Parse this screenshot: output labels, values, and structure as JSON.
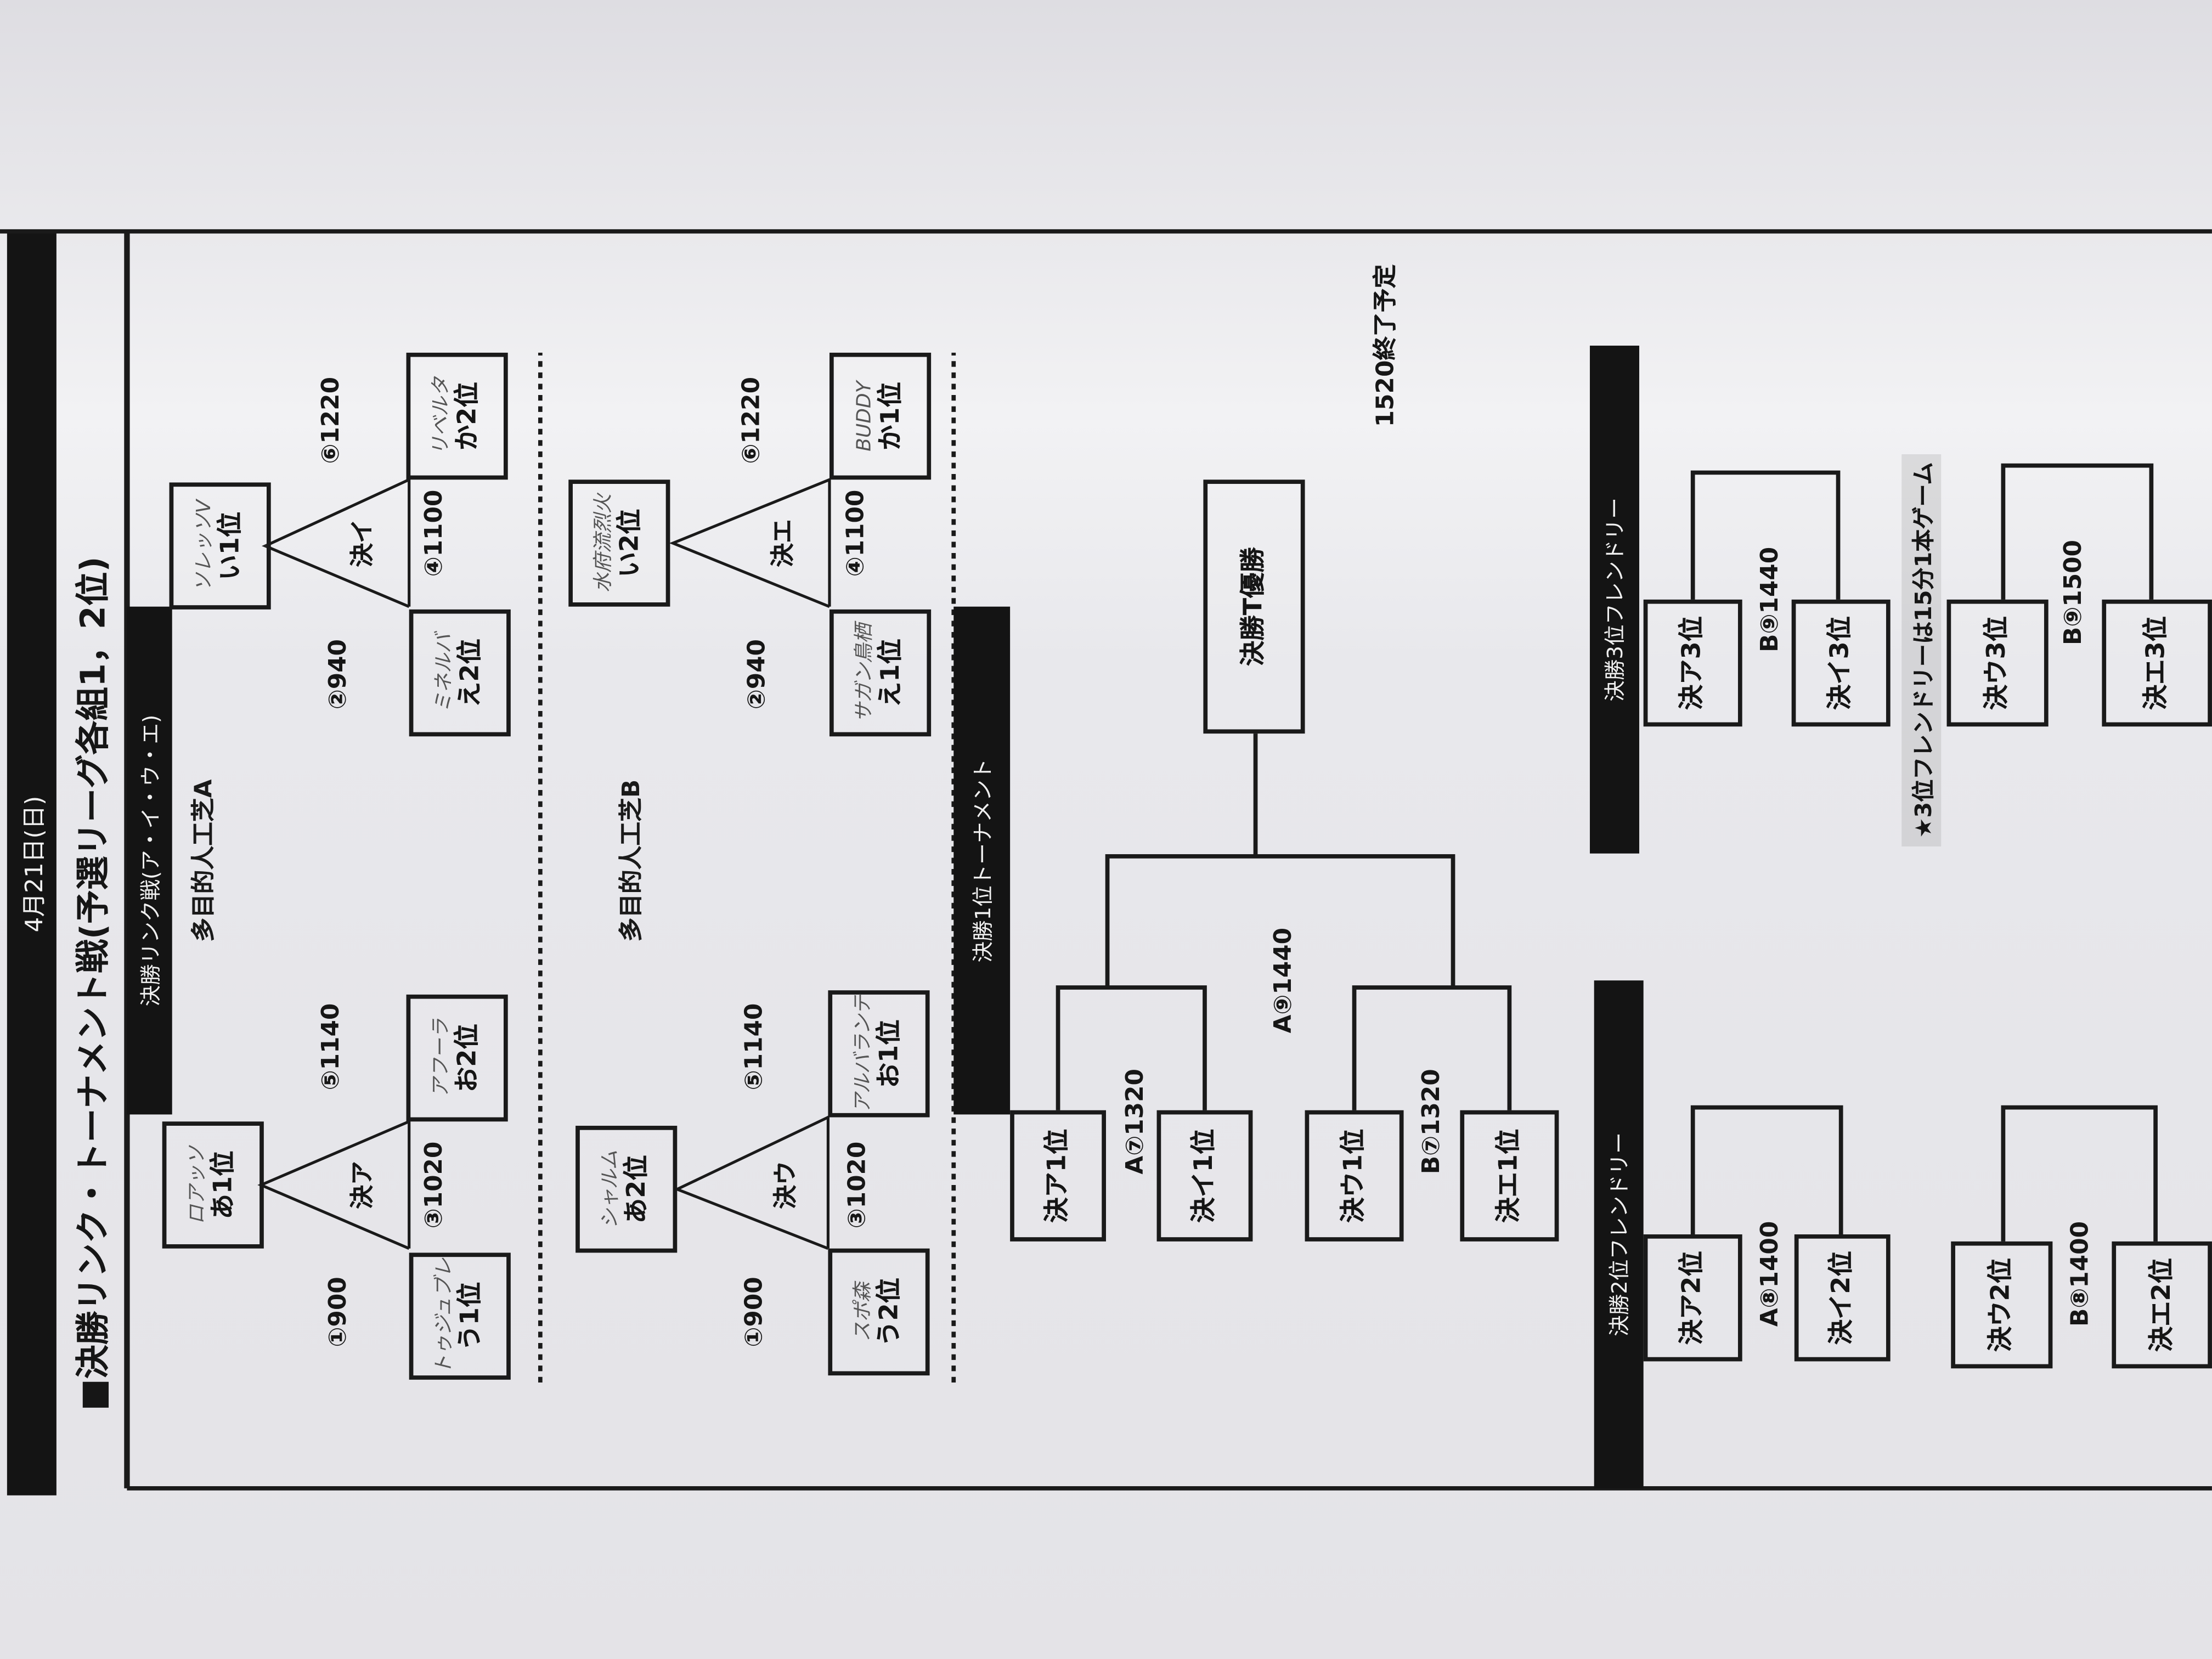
{
  "header": {
    "date": "4月21日(日)",
    "title": "■決勝リンク・トーナメント戦(予選リーグ各組1，2位)"
  },
  "link_league": {
    "tab": "決勝リンク戦(ア・イ・ウ・エ)",
    "venues": [
      {
        "name": "多目的人工芝A",
        "groups": [
          {
            "label": "決ア",
            "center_time": "③1020",
            "left_time": "①900",
            "right_time": "⑤1140",
            "top": {
              "team": "ロアッソ",
              "rank": "あ1位"
            },
            "left": {
              "team": "トゥジュブレ",
              "rank": "う1位"
            },
            "right": {
              "team": "アフーラ",
              "rank": "お2位"
            }
          },
          {
            "label": "決イ",
            "center_time": "④1100",
            "left_time": "②940",
            "right_time": "⑥1220",
            "top": {
              "team": "ソレッソV",
              "rank": "い1位"
            },
            "left": {
              "team": "ミネルバ",
              "rank": "え2位"
            },
            "right": {
              "team": "リベルタ",
              "rank": "か2位"
            }
          }
        ]
      },
      {
        "name": "多目的人工芝B",
        "groups": [
          {
            "label": "決ウ",
            "center_time": "③1020",
            "left_time": "①900",
            "right_time": "⑤1140",
            "top": {
              "team": "シャルム",
              "rank": "あ2位"
            },
            "left": {
              "team": "スポ森",
              "rank": "う2位"
            },
            "right": {
              "team": "アルバランテ",
              "rank": "お1位"
            }
          },
          {
            "label": "決エ",
            "center_time": "④1100",
            "left_time": "②940",
            "right_time": "⑥1220",
            "top": {
              "team": "水府流烈火",
              "rank": "い2位"
            },
            "left": {
              "team": "サガン鳥栖",
              "rank": "え1位"
            },
            "right": {
              "team": "BUDDY",
              "rank": "か1位"
            }
          }
        ]
      }
    ]
  },
  "first_tournament": {
    "tab": "決勝1位トーナメント",
    "entries": [
      "決ア1位",
      "決イ1位",
      "決ウ1位",
      "決エ1位"
    ],
    "semi_labels": [
      "A⑦1320",
      "B⑦1320"
    ],
    "final_label": "A⑨1440",
    "champion": "決勝T優勝",
    "end_note": "1520終了予定"
  },
  "second_friendly": {
    "tab": "決勝2位フレンドリー",
    "matches": [
      {
        "label": "A⑧1400",
        "teams": [
          "決ア2位",
          "決イ2位"
        ]
      },
      {
        "label": "B⑧1400",
        "teams": [
          "決ウ2位",
          "決エ2位"
        ]
      }
    ]
  },
  "third_friendly": {
    "tab": "決勝3位フレンドリー",
    "matches": [
      {
        "label": "B⑨1440",
        "teams": [
          "決ア3位",
          "決イ3位"
        ]
      },
      {
        "label": "B⑨1500",
        "teams": [
          "決ウ3位",
          "決エ3位"
        ]
      }
    ],
    "note": "★3位フレンドリーは15分1本ゲーム"
  }
}
